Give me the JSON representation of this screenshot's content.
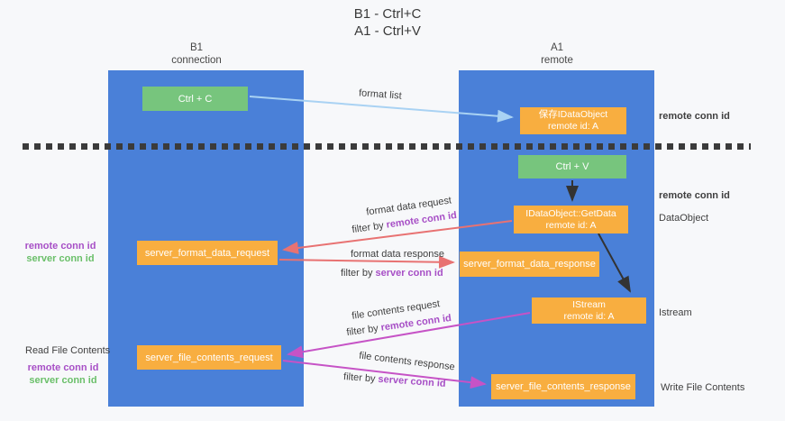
{
  "title": {
    "line1": "B1 - Ctrl+C",
    "line2": "A1 - Ctrl+V"
  },
  "lanes": {
    "b1": {
      "title": "B1",
      "subtitle": "connection"
    },
    "a1": {
      "title": "A1",
      "subtitle": "remote"
    }
  },
  "nodes": {
    "ctrl_c": {
      "label": "Ctrl + C"
    },
    "save_idataobject": {
      "line1": "保存IDataObject",
      "line2": "remote id: A"
    },
    "ctrl_v": {
      "label": "Ctrl + V"
    },
    "getdata": {
      "line1": "IDataObject::GetData",
      "line2": "remote id: A"
    },
    "server_format_data_request": {
      "label": "server_format_data_request"
    },
    "server_format_data_response": {
      "label": "server_format_data_response"
    },
    "istream": {
      "line1": "IStream",
      "line2": "remote id: A"
    },
    "server_file_contents_request": {
      "label": "server_file_contents_request"
    },
    "server_file_contents_response": {
      "label": "server_file_contents_response"
    }
  },
  "edge_labels": {
    "format_list": "format list",
    "format_data_request": "format data request",
    "format_data_response": "format data response",
    "file_contents_request": "file contents request",
    "file_contents_response": "file contents response",
    "filter_by": "filter by",
    "remote_conn_id": "remote conn id",
    "server_conn_id": "server conn id"
  },
  "side_labels": {
    "right_remote_conn_id_1": "remote conn id",
    "right_remote_conn_id_2": "remote conn id",
    "dataobject": "DataObject",
    "istream": "Istream",
    "write_file_contents": "Write File Contents",
    "left_remote_conn_id_1": "remote conn id",
    "left_server_conn_id_1": "server conn id",
    "read_file_contents": "Read File Contents",
    "left_remote_conn_id_2": "remote conn id",
    "left_server_conn_id_2": "server conn id"
  },
  "colors": {
    "lane_blue": "#4a80d8",
    "node_green": "#77c57d",
    "node_orange": "#f8ae40",
    "arrow_blue": "#a9d2f3",
    "arrow_red": "#e87272",
    "arrow_magenta": "#c653c6",
    "arrow_black": "#333333",
    "label_purple": "#a74fc6",
    "label_green": "#6abf69"
  }
}
